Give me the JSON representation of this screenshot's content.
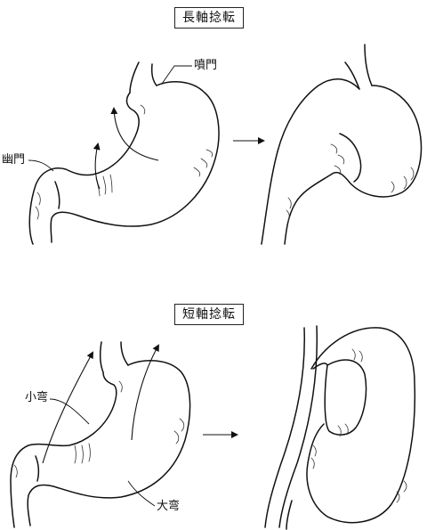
{
  "diagrams": [
    {
      "title": "長軸捻転",
      "labels": {
        "cardia": "噴門",
        "pylorus": "幽門"
      }
    },
    {
      "title": "短軸捻転",
      "labels": {
        "lesser_curvature": "小弯",
        "greater_curvature": "大弯"
      }
    }
  ],
  "icons": {
    "transition_arrow": "right-arrow-icon",
    "rotation_arrow": "curved-arrow-icon"
  }
}
